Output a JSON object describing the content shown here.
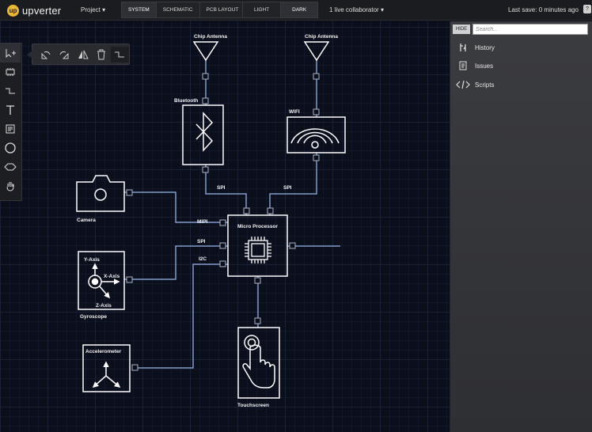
{
  "app": {
    "logo_letter": "up",
    "name": "upverter"
  },
  "topbar": {
    "project_label": "Project",
    "view_tabs": [
      {
        "label": "SYSTEM",
        "active": true
      },
      {
        "label": "SCHEMATIC",
        "active": false
      },
      {
        "label": "PCB LAYOUT",
        "active": false
      }
    ],
    "theme_tabs": [
      {
        "label": "LIGHT",
        "active": false
      },
      {
        "label": "DARK",
        "active": true
      }
    ],
    "collaborators": "1 live collaborator",
    "last_save": "Last save: 0 minutes ago",
    "help": "?"
  },
  "panel": {
    "hide_label": "HIDE",
    "search_placeholder": "Search...",
    "items": [
      {
        "label": "History",
        "icon": "history-icon"
      },
      {
        "label": "Issues",
        "icon": "issues-icon"
      },
      {
        "label": "Scripts",
        "icon": "scripts-icon"
      }
    ]
  },
  "diagram": {
    "antenna1": "Chip Antenna",
    "antenna2": "Chip Antenna",
    "bluetooth": "Bluetooth",
    "wifi": "WIFI",
    "spi_bt": "SPI",
    "spi_wifi": "SPI",
    "camera": "Camera",
    "mipi": "MIPI",
    "spi_gyro": "SPI",
    "i2c": "I2C",
    "micro": "Micro Processor",
    "gyroscope": "Gyroscope",
    "y_axis": "Y-Axis",
    "x_axis": "X-Axis",
    "z_axis": "Z-Axis",
    "accelerometer": "Accelerometer",
    "touchscreen": "Touchscreen"
  },
  "colors": {
    "wire": "#7f9bc8",
    "symbol": "#ffffff",
    "accent": "#e9b83a"
  }
}
